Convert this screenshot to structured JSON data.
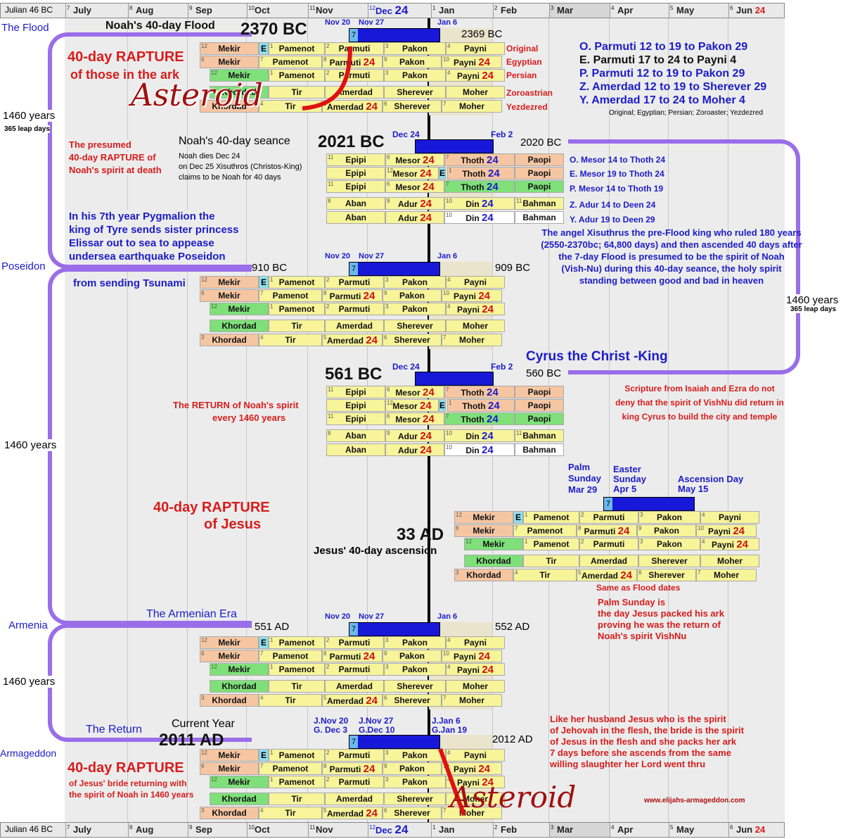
{
  "header": {
    "year_label": "Julian 46 BC",
    "months": [
      "July",
      "Aug",
      "Sep",
      "Oct",
      "Nov",
      "Dec",
      "Jan",
      "Feb",
      "Mar",
      "Apr",
      "May",
      "Jun"
    ],
    "month_nums": [
      "7",
      "8",
      "9",
      "10",
      "11",
      "12",
      "1",
      "2",
      "3",
      "4",
      "5",
      "6"
    ],
    "dec_day": "24",
    "jun_day": "24"
  },
  "left_labels": {
    "flood": "The Flood",
    "y1460a": "1460 years",
    "leap_a": "365 leap days",
    "poseidon": "Poseidon",
    "y1460b": "1460 years",
    "armenia": "Armenia",
    "y1460c": "1460 years",
    "armageddon": "Armageddon",
    "y1460r": "1460 years",
    "leap_r": "365 leap days"
  },
  "s1": {
    "caption": "Noah's 40-day Flood",
    "year": "2370 BC",
    "year2": "2369 BC",
    "nov20": "Nov 20",
    "nov27": "Nov 27",
    "jan6": "Jan 6",
    "rapture1": "40-day RAPTURE",
    "rapture2": "of those in the ark",
    "asteroid": "Asteroid",
    "cal": [
      "Original",
      "Egyptian",
      "Persian",
      "Zoroastrian",
      "Yezdezred"
    ],
    "summary": [
      "O. Parmuti  12 to 19 to Pakon 29",
      "E. Parmuti  17 to 24 to Payni 4",
      "P. Parmuti  12 to 19 to Pakon 29",
      "Z. Amerdad 12 to 19 to Sherever 29",
      "Y. Amerdad 17 to 24 to Moher 4"
    ],
    "summary_note": "Original; Egyptian; Persian; Zoroaster; Yezdezred"
  },
  "s2": {
    "caption": "Noah's 40-day seance",
    "year": "2021 BC",
    "year2": "2020 BC",
    "dec24": "Dec 24",
    "feb2": "Feb 2",
    "note1": "Noah dies Dec 24",
    "note2": "on Dec 25 Xisuthros (Christos-King)",
    "note3": "claims to be Noah for 40 days",
    "red1": "The presumed",
    "red2": "40-day RAPTURE of",
    "red3": "Noah's spirit at death",
    "summary": [
      "O. Mesor 14  to Thoth 24",
      "E. Mesor 19  to Thoth 24",
      "P. Mesor 14  to Thoth 19",
      "Z. Adur  14  to Deen 24",
      "Y. Adur 19  to Deen 29"
    ],
    "angel": [
      "The angel Xisuthrus the pre-Flood king who ruled 180 years",
      "(2550-2370bc; 64,800 days) and then ascended 40 days after",
      "the 7-day Flood is presumed to be the spirit of Noah",
      "(Vish-Nu) during this 40-day seance, the holy spirit",
      "standing between good and bad in heaven"
    ]
  },
  "pyg": [
    "In his 7th year Pygmalion the",
    "king of Tyre sends sister princess",
    "Elissar out to sea to appease",
    "undersea earthquake Poseidon",
    "from sending Tsunami"
  ],
  "s3": {
    "year": "910 BC",
    "year2": "909 BC",
    "nov20": "Nov 20",
    "nov27": "Nov 27",
    "jan6": "Jan 6"
  },
  "s4": {
    "year": "561 BC",
    "year2": "560 BC",
    "dec24": "Dec 24",
    "feb2": "Feb 2",
    "cyrus": "Cyrus  the Christ -King",
    "ret1": "The RETURN of Noah's spirit",
    "ret2": "every 1460 years",
    "scripture": [
      "Scripture from Isaiah and Ezra do not",
      "deny that the spirit of VishNu did return in",
      "king Cyrus to build the city and temple"
    ]
  },
  "s5": {
    "palm": [
      "Palm",
      "Sunday",
      "Mar 29"
    ],
    "easter": [
      "Easter",
      "Sunday",
      "Apr 5"
    ],
    "asc": [
      "Ascension Day",
      "May 15"
    ],
    "r1": "40-day RAPTURE",
    "r2": "of Jesus",
    "year": "33 AD",
    "caption": "Jesus' 40-day ascension",
    "same": "Same as Flood dates",
    "palmnote": [
      "Palm Sunday is",
      "the day Jesus packed his ark",
      "proving he was the return of",
      "Noah's spirit VishNu"
    ]
  },
  "s6": {
    "era": "The Armenian Era",
    "year": "551 AD",
    "year2": "552 AD",
    "nov20": "Nov 20",
    "nov27": "Nov 27",
    "jan6": "Jan 6"
  },
  "s7": {
    "return": "The Return",
    "current": "Current Year",
    "year": "2011 AD",
    "year2": "2012 AD",
    "jnov20": "J.Nov 20",
    "gdec3": "G. Dec  3",
    "jnov27": "J.Nov 27",
    "gdec10": "G.Dec 10",
    "jjan6": "J.Jan 6",
    "gjan19": "G.Jan 19",
    "r1": "40-day RAPTURE",
    "r2": "of Jesus' bride returning with",
    "r3": "the spirit of Noah in 1460 years",
    "asteroid": "Asteroid",
    "site": "www.elijahs-armageddon.com",
    "bride": [
      "Like her husband Jesus who is the spirit",
      "of Jehovah in the flesh, the bride is the spirit",
      "of Jesus in the flesh and she packs her ark",
      "7 days before she ascends from the same",
      "willing slaughter her Lord went thru"
    ]
  },
  "cells": {
    "mekir": "Mekir",
    "khordad": "Khordad",
    "pamenot": "Pamenot",
    "parmuti": "Parmuti",
    "pakon": "Pakon",
    "payni": "Payni",
    "tir": "Tir",
    "amerdad": "Amerdad",
    "sherever": "Sherever",
    "moher": "Moher",
    "epipi": "Epipi",
    "mesor": "Mesor",
    "thoth": "Thoth",
    "paopi": "Paopi",
    "aban": "Aban",
    "adur": "Adur",
    "din": "Din",
    "bahman": "Bahman",
    "e": "E",
    "seven": "7",
    "d24": "24"
  }
}
